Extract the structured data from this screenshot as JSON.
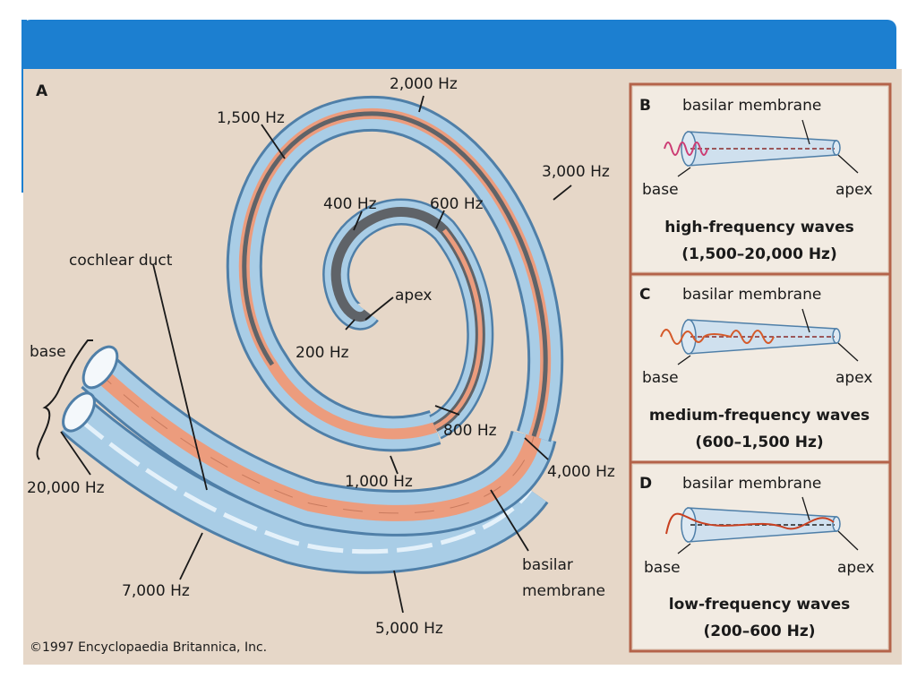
{
  "figure": {
    "panel_a": {
      "letter": "A",
      "labels": {
        "f2000": "2,000 Hz",
        "f1500": "1,500 Hz",
        "f3000": "3,000 Hz",
        "f400": "400 Hz",
        "f600": "600 Hz",
        "cochlear_duct": "cochlear duct",
        "apex": "apex",
        "base": "base",
        "f200": "200 Hz",
        "f800": "800 Hz",
        "f20000": "20,000 Hz",
        "f1000": "1,000 Hz",
        "f4000": "4,000 Hz",
        "basilar1": "basilar",
        "basilar2": "membrane",
        "f7000": "7,000 Hz",
        "f5000": "5,000 Hz"
      }
    },
    "panels": [
      {
        "letter": "B",
        "membrane": "basilar membrane",
        "base": "base",
        "apex": "apex",
        "title": "high-frequency waves",
        "range": "(1,500–20,000 Hz)"
      },
      {
        "letter": "C",
        "membrane": "basilar membrane",
        "base": "base",
        "apex": "apex",
        "title": "medium-frequency waves",
        "range": "(600–1,500 Hz)"
      },
      {
        "letter": "D",
        "membrane": "basilar membrane",
        "base": "base",
        "apex": "apex",
        "title": "low-frequency waves",
        "range": "(200–600 Hz)"
      }
    ],
    "copyright": "©1997 Encyclopaedia Britannica, Inc."
  },
  "colors": {
    "header": "#1c7fd0",
    "background": "#e6d7c8",
    "tube": "#9ec3de",
    "membrane": "#ec9c7d",
    "core": "#5f6368",
    "panel_border": "#b4634a",
    "wave_high": "#cc3d74",
    "wave_mid": "#d55a2a",
    "wave_low": "#c84020"
  }
}
